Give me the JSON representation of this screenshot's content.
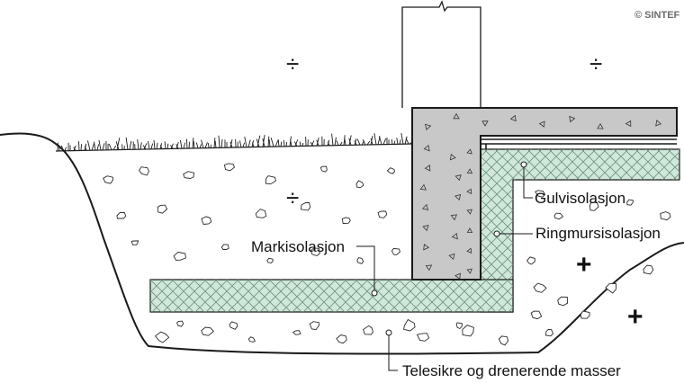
{
  "copyright": "© SINTEF",
  "labels": {
    "gulvisolasjon": "Gulvisolasjon",
    "ringmursisolasjon": "Ringmursisolasjon",
    "markisolasjon": "Markisolasjon",
    "masser": "Telesikre og drenerende masser"
  },
  "signs": {
    "frost_susceptible": "÷",
    "non_frost_susceptible": "+"
  },
  "colors": {
    "insulation_fill": "#cfe8d9",
    "insulation_hatch": "#6f8f7e",
    "concrete_fill": "#c8c8c8",
    "outline": "#1a1a1a"
  },
  "icons": {
    "break": "break-line-icon",
    "gravel": "gravel-stone-icon",
    "grass": "grass-icon",
    "triangle": "aggregate-triangle-icon"
  }
}
